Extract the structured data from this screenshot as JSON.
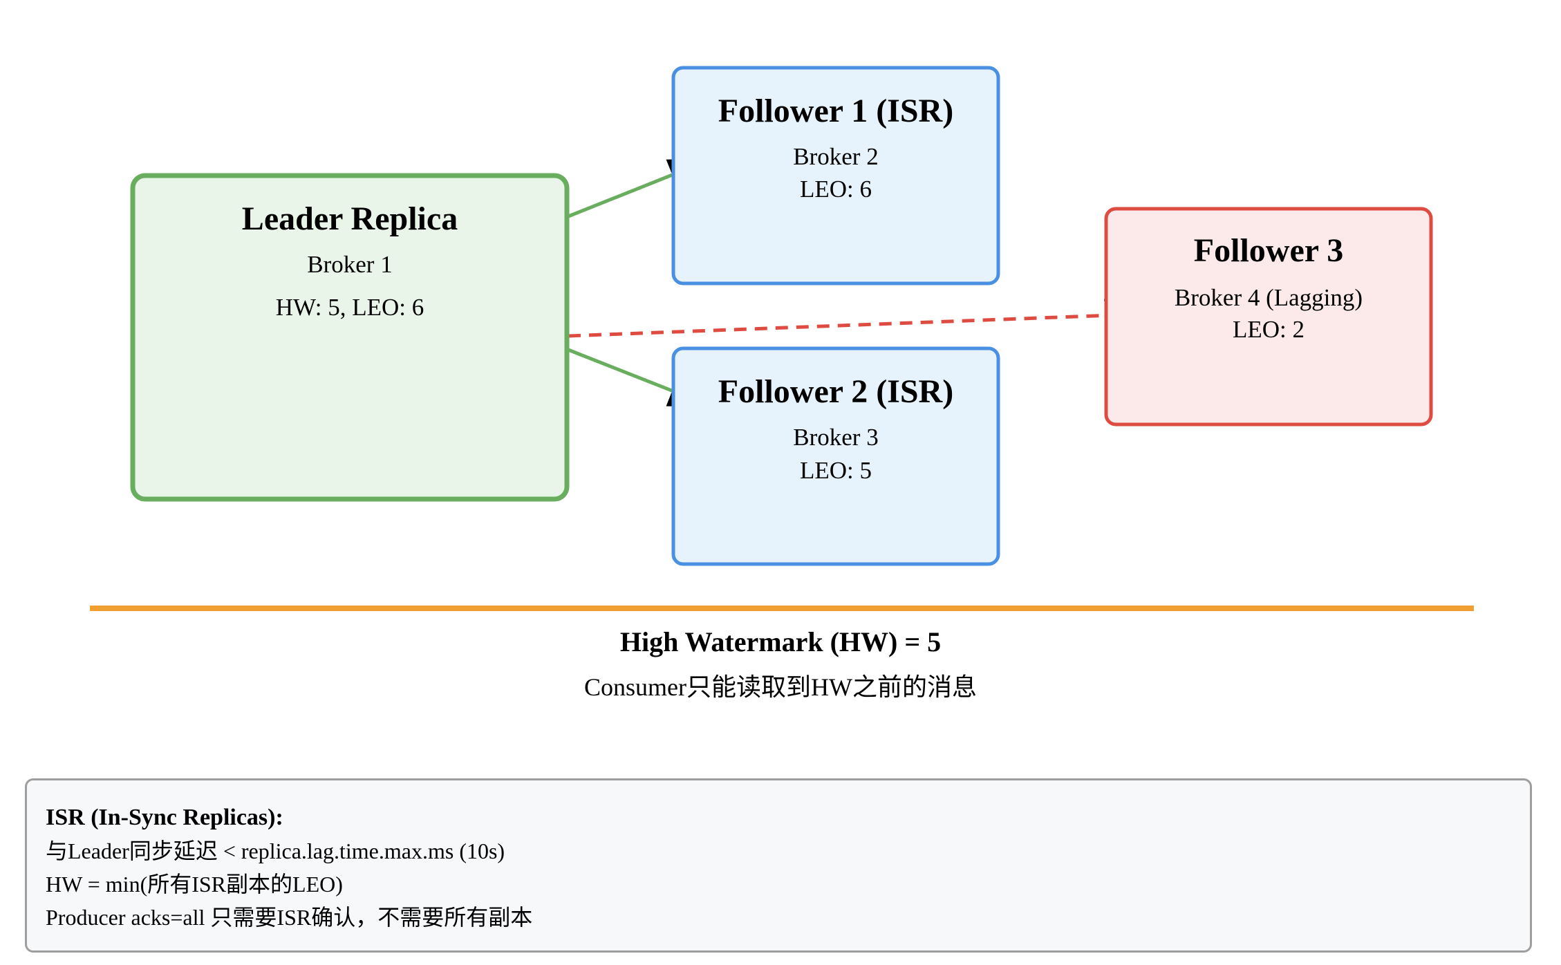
{
  "colors": {
    "leader_fill": "#e9f5e9",
    "leader_stroke": "#69ad5e",
    "isr_fill": "#e6f2fc",
    "isr_stroke": "#4a90e2",
    "lagging_fill": "#fceaea",
    "lagging_stroke": "#de4c41",
    "hw_line": "#f0a030",
    "note_border": "#9e9e9e"
  },
  "nodes": {
    "leader": {
      "title": "Leader Replica",
      "broker": "Broker 1",
      "offsets": "HW: 5, LEO: 6"
    },
    "follower1": {
      "title": "Follower 1 (ISR)",
      "broker": "Broker 2",
      "offsets": "LEO: 6"
    },
    "follower2": {
      "title": "Follower 2 (ISR)",
      "broker": "Broker 3",
      "offsets": "LEO: 5"
    },
    "follower3": {
      "title": "Follower 3",
      "broker": "Broker 4 (Lagging)",
      "offsets": "LEO: 2"
    }
  },
  "edges": [
    {
      "from": "leader",
      "to": "follower1",
      "style": "solid"
    },
    {
      "from": "leader",
      "to": "follower2",
      "style": "solid"
    },
    {
      "from": "leader",
      "to": "follower3",
      "style": "dashed"
    }
  ],
  "high_watermark": {
    "title": "High Watermark (HW) = 5",
    "subtitle": "Consumer只能读取到HW之前的消息"
  },
  "notes": {
    "title": "ISR (In-Sync Replicas):",
    "lines": [
      "与Leader同步延迟 < replica.lag.time.max.ms (10s)",
      "HW = min(所有ISR副本的LEO)",
      "Producer acks=all 只需要ISR确认，不需要所有副本"
    ]
  }
}
